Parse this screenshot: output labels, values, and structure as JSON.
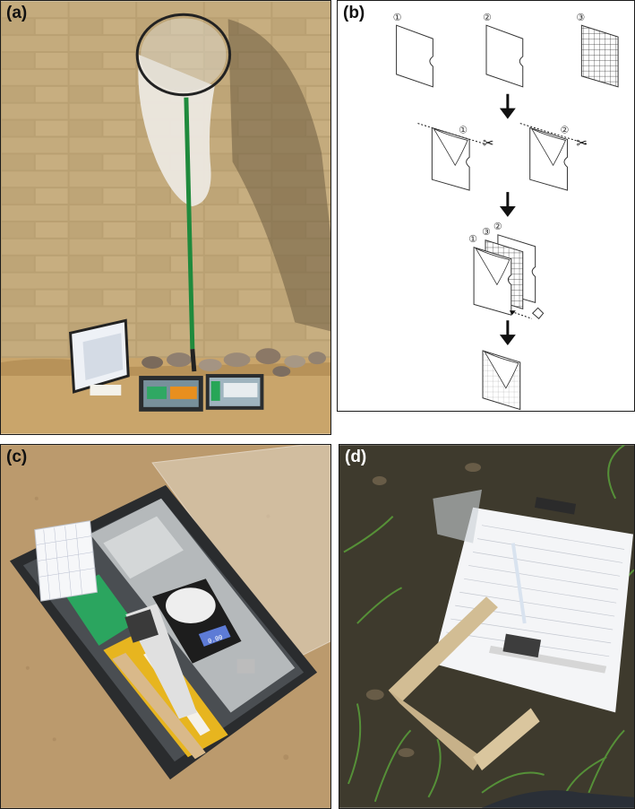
{
  "panels": {
    "a": {
      "label": "(a)"
    },
    "b": {
      "label": "(b)",
      "step_numbers": [
        "①",
        "②",
        "③"
      ]
    },
    "c": {
      "label": "(c)",
      "scale_display": "0.00"
    },
    "d": {
      "label": "(d)"
    }
  }
}
